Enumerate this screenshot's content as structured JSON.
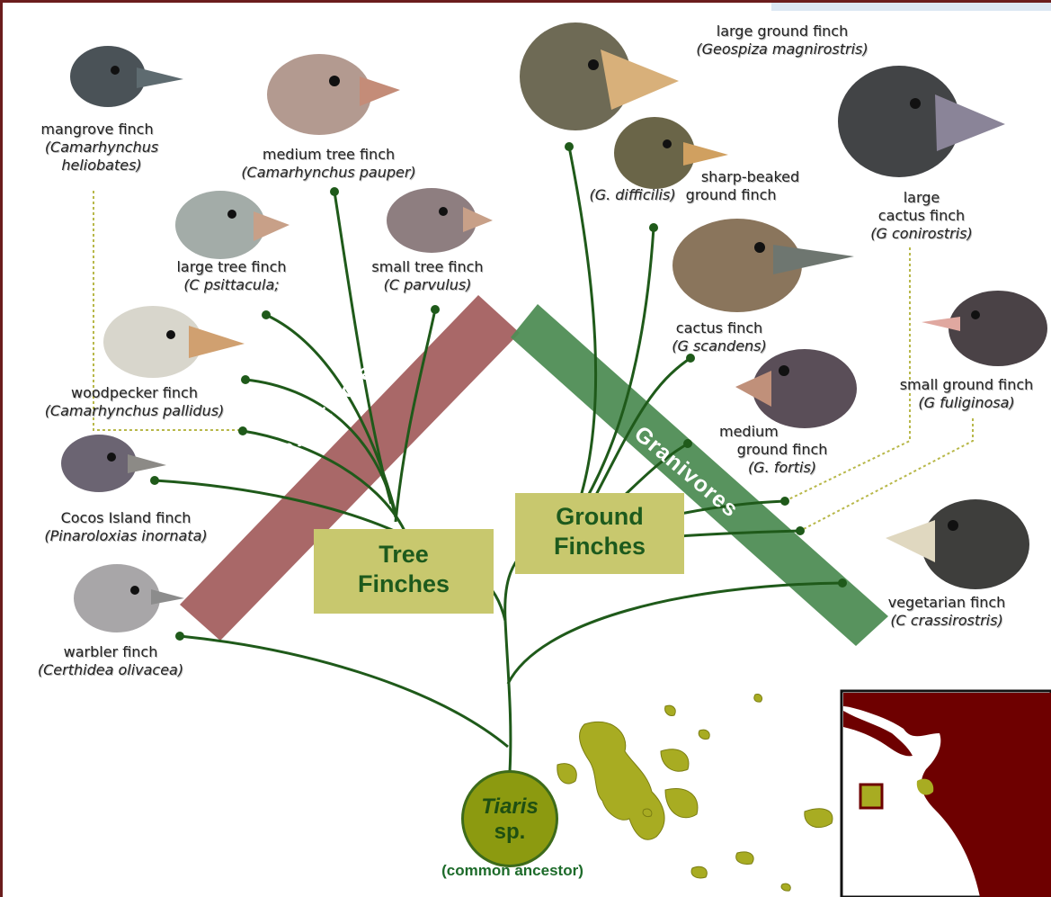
{
  "ancestor": {
    "genus": "Tiaris",
    "species": "sp.",
    "note": "(common ancestor)"
  },
  "groups": {
    "tree": "Tree Finches",
    "ground": "Ground Finches"
  },
  "diets": {
    "insectivores": "Insectivores",
    "granivores": "Granivores"
  },
  "finches": [
    {
      "id": "mangrove",
      "common": "mangrove finch",
      "scientific": "(Camarhynchus heliobates)"
    },
    {
      "id": "medium-tree",
      "common": "medium tree finch",
      "scientific": "(Camarhynchus pauper)"
    },
    {
      "id": "large-tree",
      "common": "large tree finch",
      "scientific": "(C psittacula;"
    },
    {
      "id": "small-tree",
      "common": "small tree finch",
      "scientific": "(C parvulus)"
    },
    {
      "id": "woodpecker",
      "common": "woodpecker finch",
      "scientific": "(Camarhynchus pallidus)"
    },
    {
      "id": "cocos",
      "common": "Cocos Island finch",
      "scientific": "(Pinaroloxias inornata)"
    },
    {
      "id": "warbler",
      "common": "warbler finch",
      "scientific": "(Certhidea olivacea)"
    },
    {
      "id": "large-ground",
      "common": "large ground finch",
      "scientific": "(Geospiza magnirostris)"
    },
    {
      "id": "sharp-beaked",
      "common": "sharp-beaked ground finch",
      "scientific": "(G. difficilis)"
    },
    {
      "id": "large-cactus",
      "common": "large cactus finch",
      "scientific": "(G conirostris)"
    },
    {
      "id": "cactus",
      "common": "cactus finch",
      "scientific": "(G scandens)"
    },
    {
      "id": "small-ground",
      "common": "small ground finch",
      "scientific": "(G fuliginosa)"
    },
    {
      "id": "medium-ground",
      "common": "medium ground finch",
      "scientific": "(G. fortis)"
    },
    {
      "id": "vegetarian",
      "common": "vegetarian finch",
      "scientific": "(C crassirostris)"
    }
  ],
  "colors": {
    "branch": "#1f5a1a",
    "insectivore_band": "#a05858",
    "granivore_band": "#4f8d55",
    "group_box": "#c8c86e",
    "island": "#a8ac22",
    "land": "#6e0000"
  }
}
